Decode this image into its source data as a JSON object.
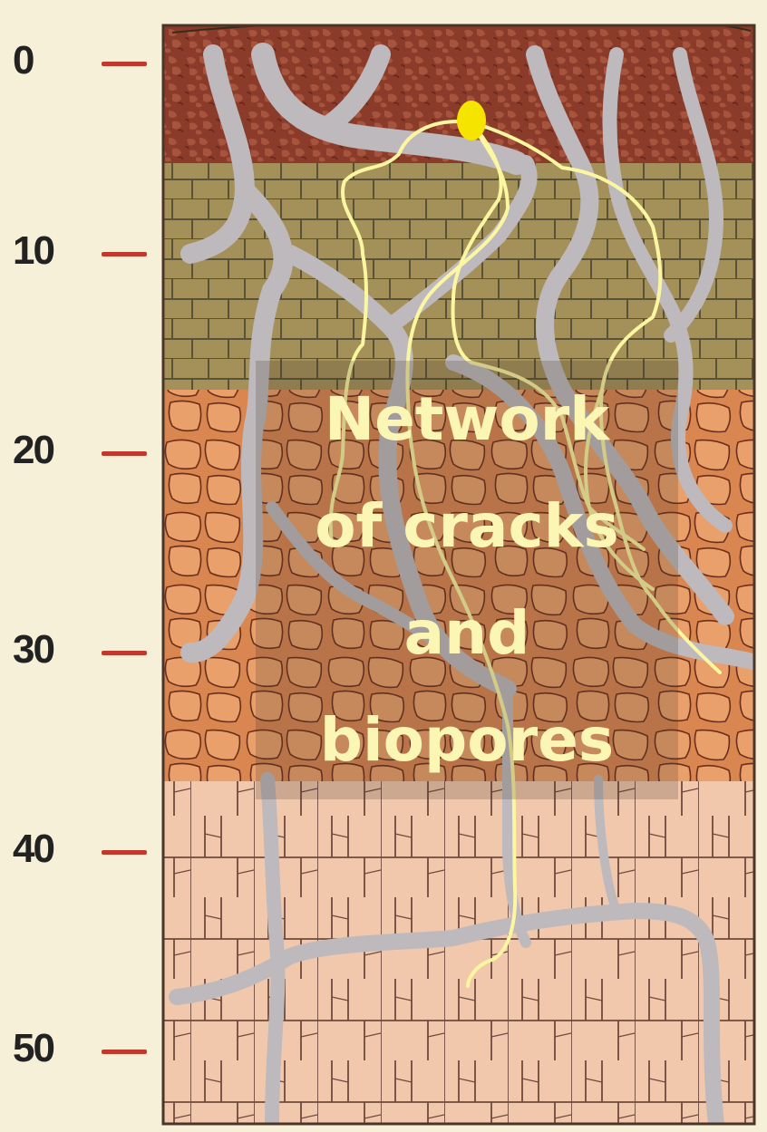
{
  "depth_scale": {
    "labels": [
      "0",
      "10",
      "20",
      "30",
      "40",
      "50"
    ]
  },
  "caption": {
    "lines": [
      "Network",
      "of cracks",
      "and",
      "biopores"
    ]
  },
  "colors": {
    "root": "#fbf6a0",
    "root_origin": "#f5e400",
    "pore": "#bdb9bd",
    "layer_topsoil": "#8a3b2a",
    "layer_olive": "#9c8a52",
    "layer_orange": "#d9824d",
    "layer_pale": "#f1c4a8",
    "tick": "#c0392b"
  }
}
